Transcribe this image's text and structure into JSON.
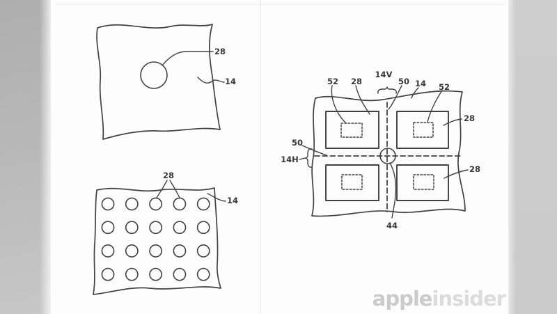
{
  "watermark": {
    "brand_bold": "apple",
    "brand_light": "insider"
  },
  "colors": {
    "ink": "#414141",
    "canvas": "#fdfdfd",
    "side_band_dark": "#aeaeae",
    "side_band_light": "#cccccc",
    "watermark_bold": "#cbcbcb",
    "watermark_light": "#dcdcdc"
  },
  "figures": {
    "fig_single_hole": {
      "description": "Substrate sheet with a single hole",
      "labels": {
        "hole": "28",
        "substrate": "14"
      }
    },
    "fig_hole_array": {
      "description": "Substrate sheet with an array of holes",
      "labels": {
        "holes": "28",
        "substrate": "14"
      },
      "grid": {
        "rows": 4,
        "cols": 5
      }
    },
    "fig_scribe": {
      "description": "Substrate with four panels, dashed scribe lines and center hole",
      "labels": {
        "t52l": "52",
        "t28": "28",
        "t14v": "14V",
        "t50": "50",
        "t14": "14",
        "t52r": "52",
        "r28u": "28",
        "r28l": "28",
        "l50": "50",
        "l14h": "14H",
        "b44": "44"
      }
    }
  }
}
